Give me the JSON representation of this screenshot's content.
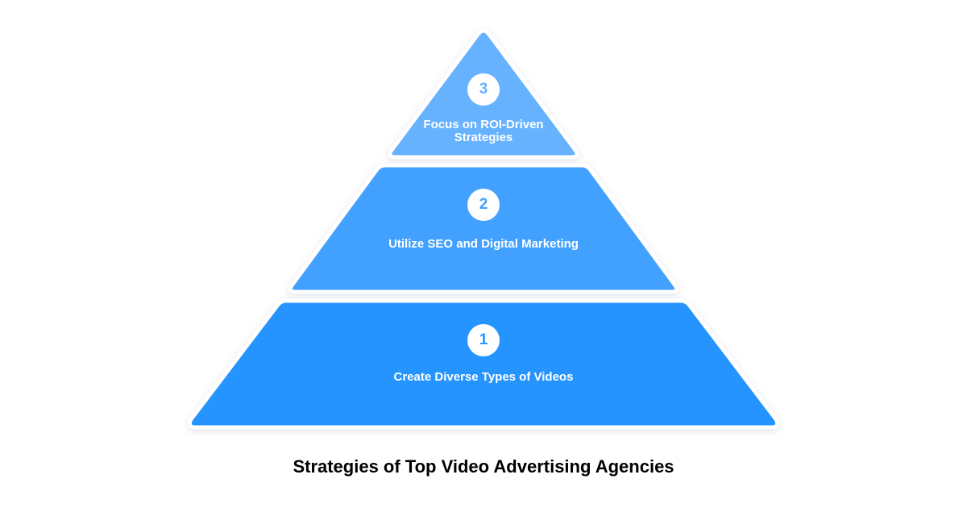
{
  "diagram": {
    "title": "Strategies of Top Video Advertising Agencies",
    "levels": [
      {
        "number": "3",
        "label_line1": "Focus on ROI-Driven",
        "label_line2": "Strategies",
        "color": "#66B2FF",
        "number_color": "#66B2FF"
      },
      {
        "number": "2",
        "label": "Utilize SEO and Digital Marketing",
        "color": "#42A0FF",
        "number_color": "#42A0FF"
      },
      {
        "number": "1",
        "label": "Create Diverse Types of Videos",
        "color": "#2794FF",
        "number_color": "#2794FF"
      }
    ]
  }
}
